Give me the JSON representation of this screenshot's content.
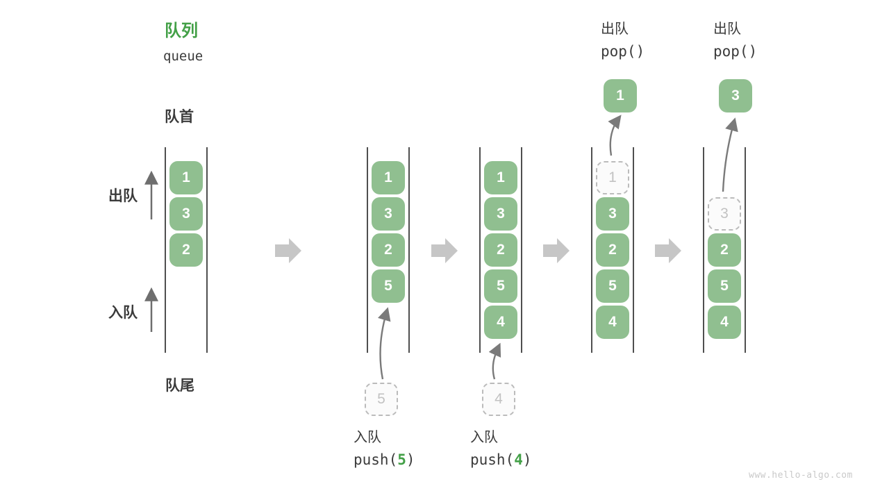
{
  "title": {
    "zh": "队列",
    "en": "queue"
  },
  "labels": {
    "front": "队首",
    "rear": "队尾",
    "dequeue_side": "出队",
    "enqueue_side": "入队"
  },
  "operations": {
    "enqueue1": {
      "label": "入队",
      "fn": "push(",
      "arg": "5",
      "close": ")"
    },
    "enqueue2": {
      "label": "入队",
      "fn": "push(",
      "arg": "4",
      "close": ")"
    },
    "dequeue1": {
      "label": "出队",
      "fn": "pop()"
    },
    "dequeue2": {
      "label": "出队",
      "fn": "pop()"
    }
  },
  "queues": [
    {
      "slots": [
        {
          "v": "1",
          "s": "filled"
        },
        {
          "v": "3",
          "s": "filled"
        },
        {
          "v": "2",
          "s": "filled"
        }
      ]
    },
    {
      "slots": [
        {
          "v": "1",
          "s": "filled"
        },
        {
          "v": "3",
          "s": "filled"
        },
        {
          "v": "2",
          "s": "filled"
        },
        {
          "v": "5",
          "s": "filled"
        }
      ],
      "incoming": "5"
    },
    {
      "slots": [
        {
          "v": "1",
          "s": "filled"
        },
        {
          "v": "3",
          "s": "filled"
        },
        {
          "v": "2",
          "s": "filled"
        },
        {
          "v": "5",
          "s": "filled"
        },
        {
          "v": "4",
          "s": "filled"
        }
      ],
      "incoming": "4"
    },
    {
      "slots": [
        {
          "v": "1",
          "s": "dashed"
        },
        {
          "v": "3",
          "s": "filled"
        },
        {
          "v": "2",
          "s": "filled"
        },
        {
          "v": "5",
          "s": "filled"
        },
        {
          "v": "4",
          "s": "filled"
        }
      ],
      "popped": "1"
    },
    {
      "slots": [
        {
          "s": "empty"
        },
        {
          "v": "3",
          "s": "dashed"
        },
        {
          "v": "2",
          "s": "filled"
        },
        {
          "v": "5",
          "s": "filled"
        },
        {
          "v": "4",
          "s": "filled"
        }
      ],
      "popped": "3"
    }
  ],
  "colors": {
    "item_green": "#90bf90",
    "accent_green": "#43a047",
    "text_dark": "#3b3b3b",
    "step_arrow_gray": "#c6c6c6",
    "dashed_gray": "#bbbbbb"
  },
  "watermark": "www.hello-algo.com"
}
